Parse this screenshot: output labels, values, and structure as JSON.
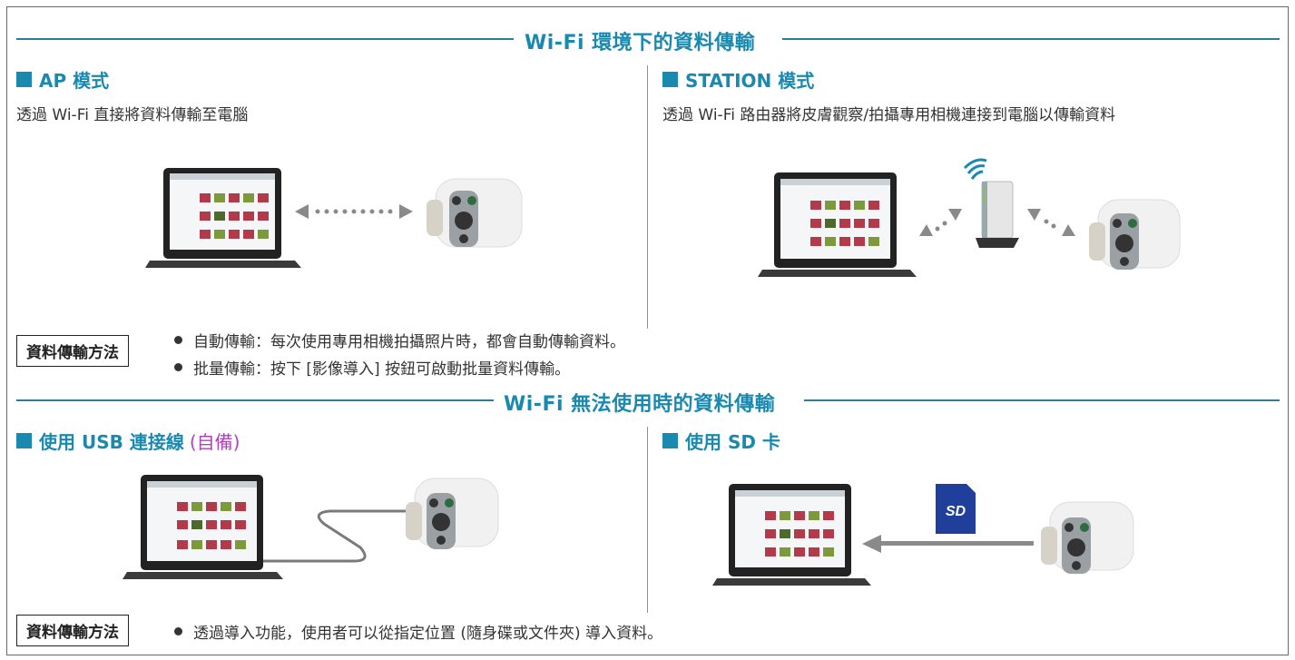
{
  "sections": [
    {
      "title": "Wi-Fi 環境下的資料傳輸",
      "panels": [
        {
          "title": "AP 模式",
          "description": "透過 Wi-Fi 直接將資料傳輸至電腦",
          "illustration": "laptop-bidirectional-dotted-arrow-camera"
        },
        {
          "title": "STATION 模式",
          "description": "透過 Wi-Fi 路由器將皮膚觀察/拍攝專用相機連接到電腦以傳輸資料",
          "illustration": "laptop-router-camera"
        }
      ],
      "method_label": "資料傳輸方法",
      "methods": [
        "自動傳輸：每次使用專用相機拍攝照片時，都會自動傳輸資料。",
        "批量傳輸：按下 [影像導入] 按鈕可啟動批量資料傳輸。"
      ]
    },
    {
      "title": "Wi-Fi 無法使用時的資料傳輸",
      "panels": [
        {
          "title": "使用 USB 連接線",
          "note": "(自備)",
          "illustration": "laptop-usb-cable-camera"
        },
        {
          "title": "使用 SD 卡",
          "illustration": "camera-sd-card-arrow-laptop",
          "sd_label": "SD"
        }
      ],
      "method_label": "資料傳輸方法",
      "methods": [
        "透過導入功能，使用者可以從指定位置 (隨身碟或文件夾) 導入資料。"
      ]
    }
  ],
  "colors": {
    "accent": "#1a89b0",
    "frame": "#2b7f93",
    "note": "#b23fc0",
    "sd_card": "#1f3f9a",
    "arrow": "#808080"
  }
}
